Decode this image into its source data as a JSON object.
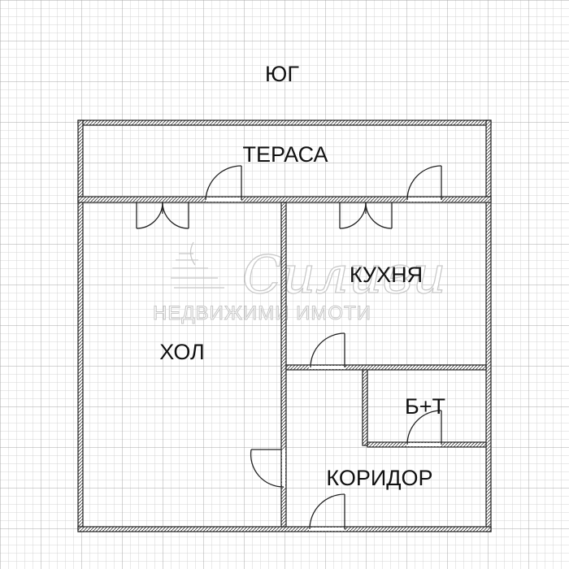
{
  "plan": {
    "orientation_label": "ЮГ",
    "rooms": {
      "terrace": "ТЕРАСА",
      "kitchen": "КУХНЯ",
      "hall": "ХОЛ",
      "bathroom": "Б+Т",
      "corridor": "КОРИДОР"
    },
    "watermark": {
      "script": "Силиви",
      "subtitle": "НЕДВИЖИМИ ИМОТИ"
    }
  },
  "colors": {
    "grid_minor": "#d4d4d4",
    "grid_major": "#a8a8a8",
    "wall": "#222222",
    "wall_fill": "#ffffff"
  }
}
